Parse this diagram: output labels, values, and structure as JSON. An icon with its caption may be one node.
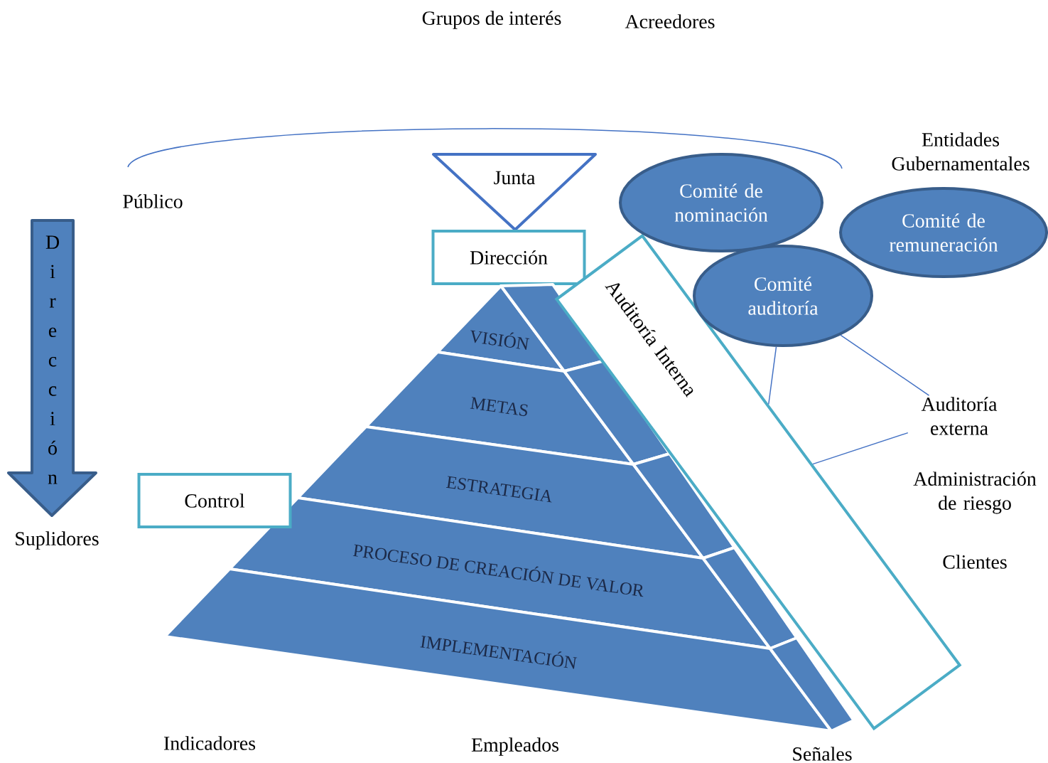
{
  "diagram": {
    "nodes": [
      {
        "text": [
          "Junta"
        ]
      },
      {
        "text": [
          "Dirección"
        ]
      },
      {
        "text": [
          "VISIÓN"
        ]
      },
      {
        "text": [
          "METAS"
        ]
      },
      {
        "text": [
          "ESTRATEGIA"
        ]
      },
      {
        "text": [
          "PROCESO DE CREACIÓN DE VALOR"
        ]
      },
      {
        "text": [
          "IMPLEMENTACIÓN"
        ]
      },
      {
        "text": [
          "Auditoría Interna"
        ]
      },
      {
        "text": [
          "Comité de nominación"
        ]
      },
      {
        "text": [
          "Comité de remuneración"
        ]
      },
      {
        "text": [
          "Comité auditoría"
        ]
      },
      {
        "text": [
          "Control"
        ]
      },
      {
        "text": [
          "Auditoría externa"
        ]
      },
      {
        "text": [
          "D i r e c c i ó n"
        ]
      }
    ],
    "edges": [
      {
        "from": 12,
        "to": 10,
        "arrow": "none"
      },
      {
        "from": 12,
        "to": 7,
        "arrow": "none"
      },
      {
        "from": 10,
        "to": 7,
        "arrow": "none"
      }
    ],
    "labels": [
      "Grupos de interés",
      "Acreedores",
      "Entidades Gubernamentales",
      "Público",
      "Suplidores",
      "Administración de riesgo",
      "Clientes",
      "Indicadores",
      "Empleados",
      "Señales"
    ]
  }
}
